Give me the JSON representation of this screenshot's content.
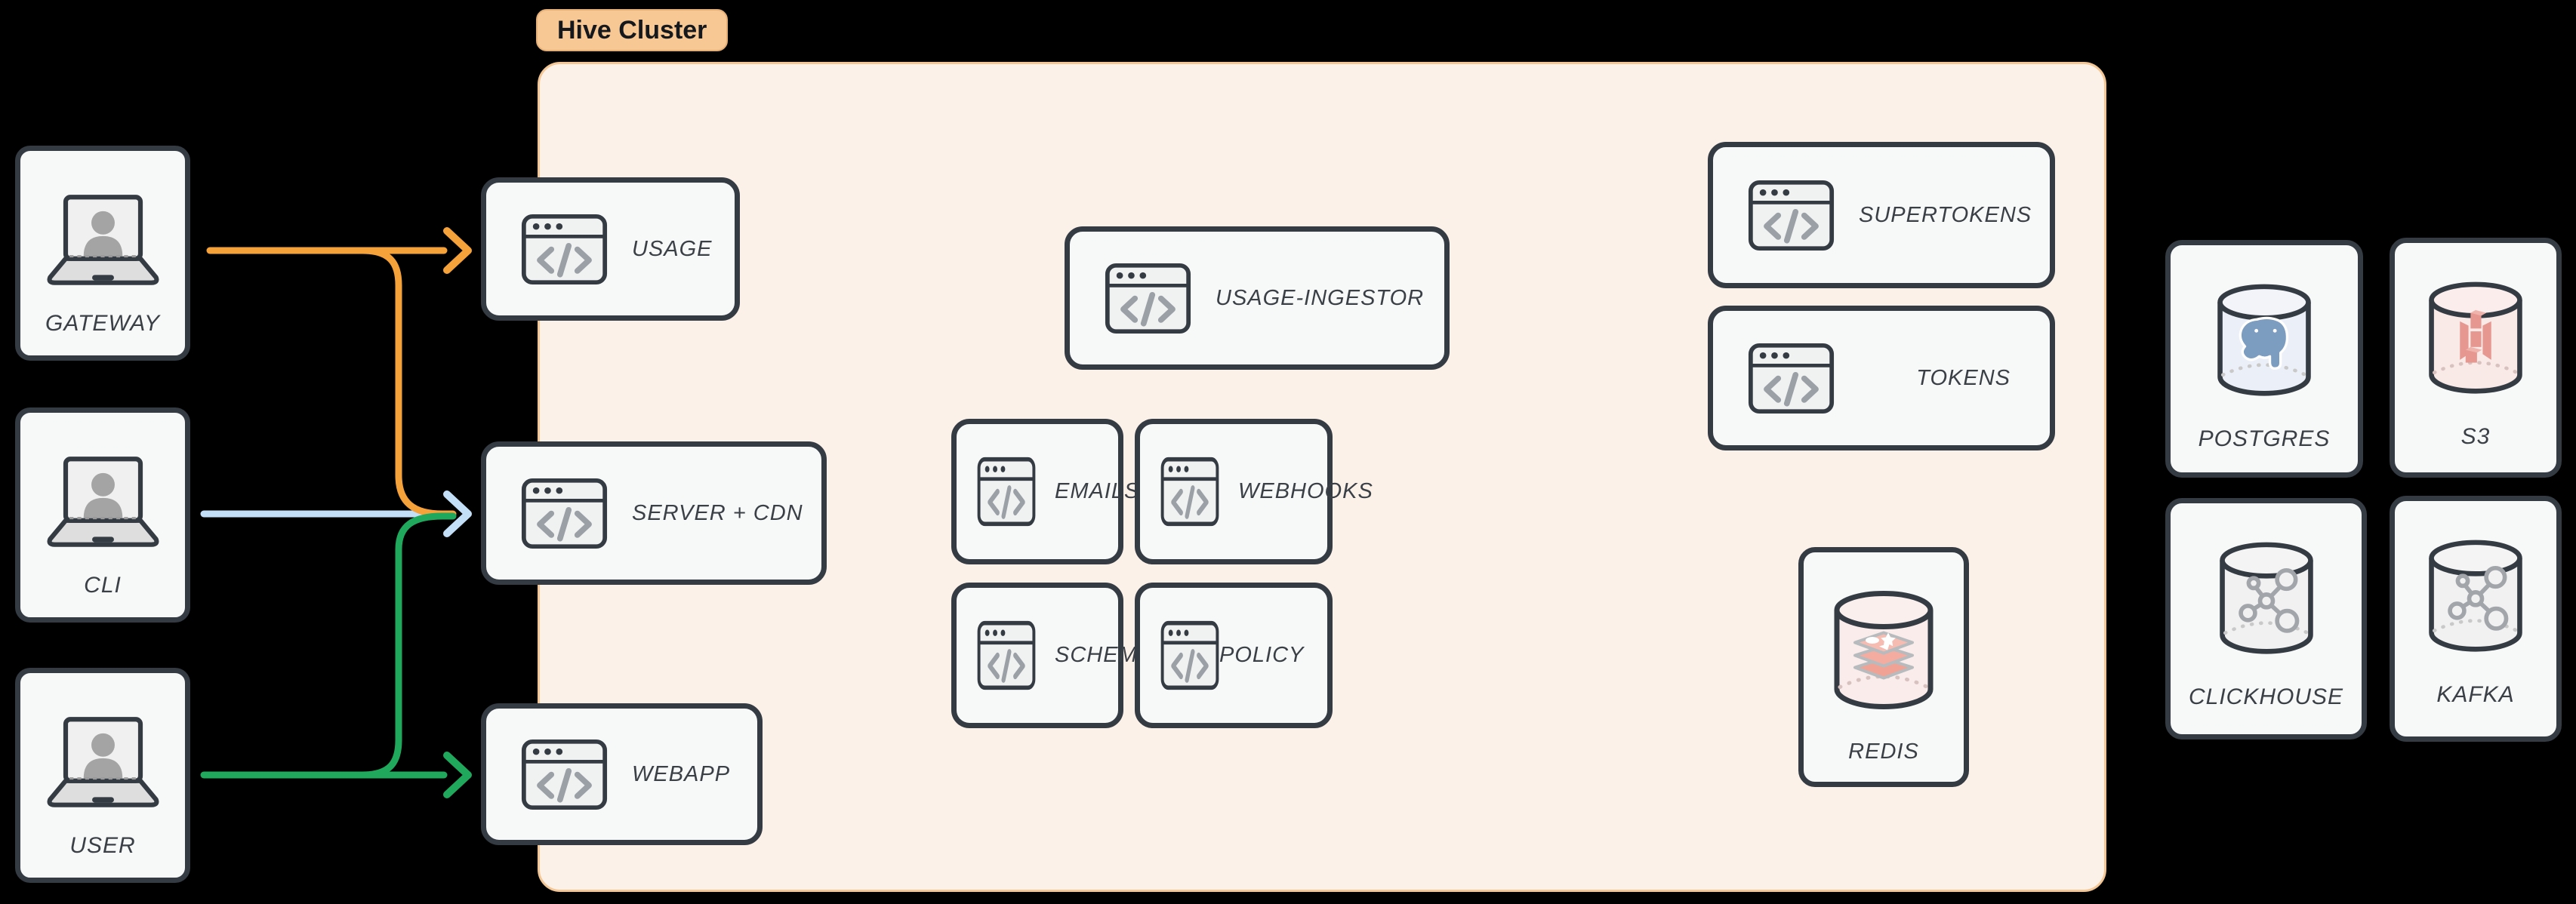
{
  "diagram": {
    "cluster": {
      "label": "Hive Cluster"
    },
    "clients": [
      {
        "label": "GATEWAY"
      },
      {
        "label": "CLI"
      },
      {
        "label": "USER"
      }
    ],
    "services": [
      {
        "label": "USAGE"
      },
      {
        "label": "SERVER + CDN"
      },
      {
        "label": "WEBAPP"
      },
      {
        "label": "USAGE-INGESTOR"
      },
      {
        "label": "EMAILS"
      },
      {
        "label": "WEBHOOKS"
      },
      {
        "label": "SCHEMA"
      },
      {
        "label": "POLICY"
      },
      {
        "label": "SUPERTOKENS"
      },
      {
        "label": "TOKENS"
      },
      {
        "label": "REDIS"
      }
    ],
    "stores": [
      {
        "label": "POSTGRES"
      },
      {
        "label": "S3"
      },
      {
        "label": "CLICKHOUSE"
      },
      {
        "label": "KAFKA"
      }
    ],
    "edges": [
      {
        "from": "GATEWAY",
        "to": "USAGE",
        "color": "#F6A23B"
      },
      {
        "from": "GATEWAY",
        "to": "SERVER + CDN",
        "color": "#F6A23B"
      },
      {
        "from": "CLI",
        "to": "SERVER + CDN",
        "color": "#C3DFF7"
      },
      {
        "from": "USER",
        "to": "SERVER + CDN",
        "color": "#20A85C"
      },
      {
        "from": "USER",
        "to": "WEBAPP",
        "color": "#20A85C"
      }
    ],
    "colors": {
      "background": "#000000",
      "cluster_fill": "#FCF1E8",
      "cluster_border": "#F3C795",
      "badge_fill": "#F7C894",
      "node_fill": "#F7F8F8",
      "node_border": "#343B43",
      "arrow_orange": "#F6A23B",
      "arrow_blue": "#C3DFF7",
      "arrow_green": "#20A85C"
    }
  }
}
